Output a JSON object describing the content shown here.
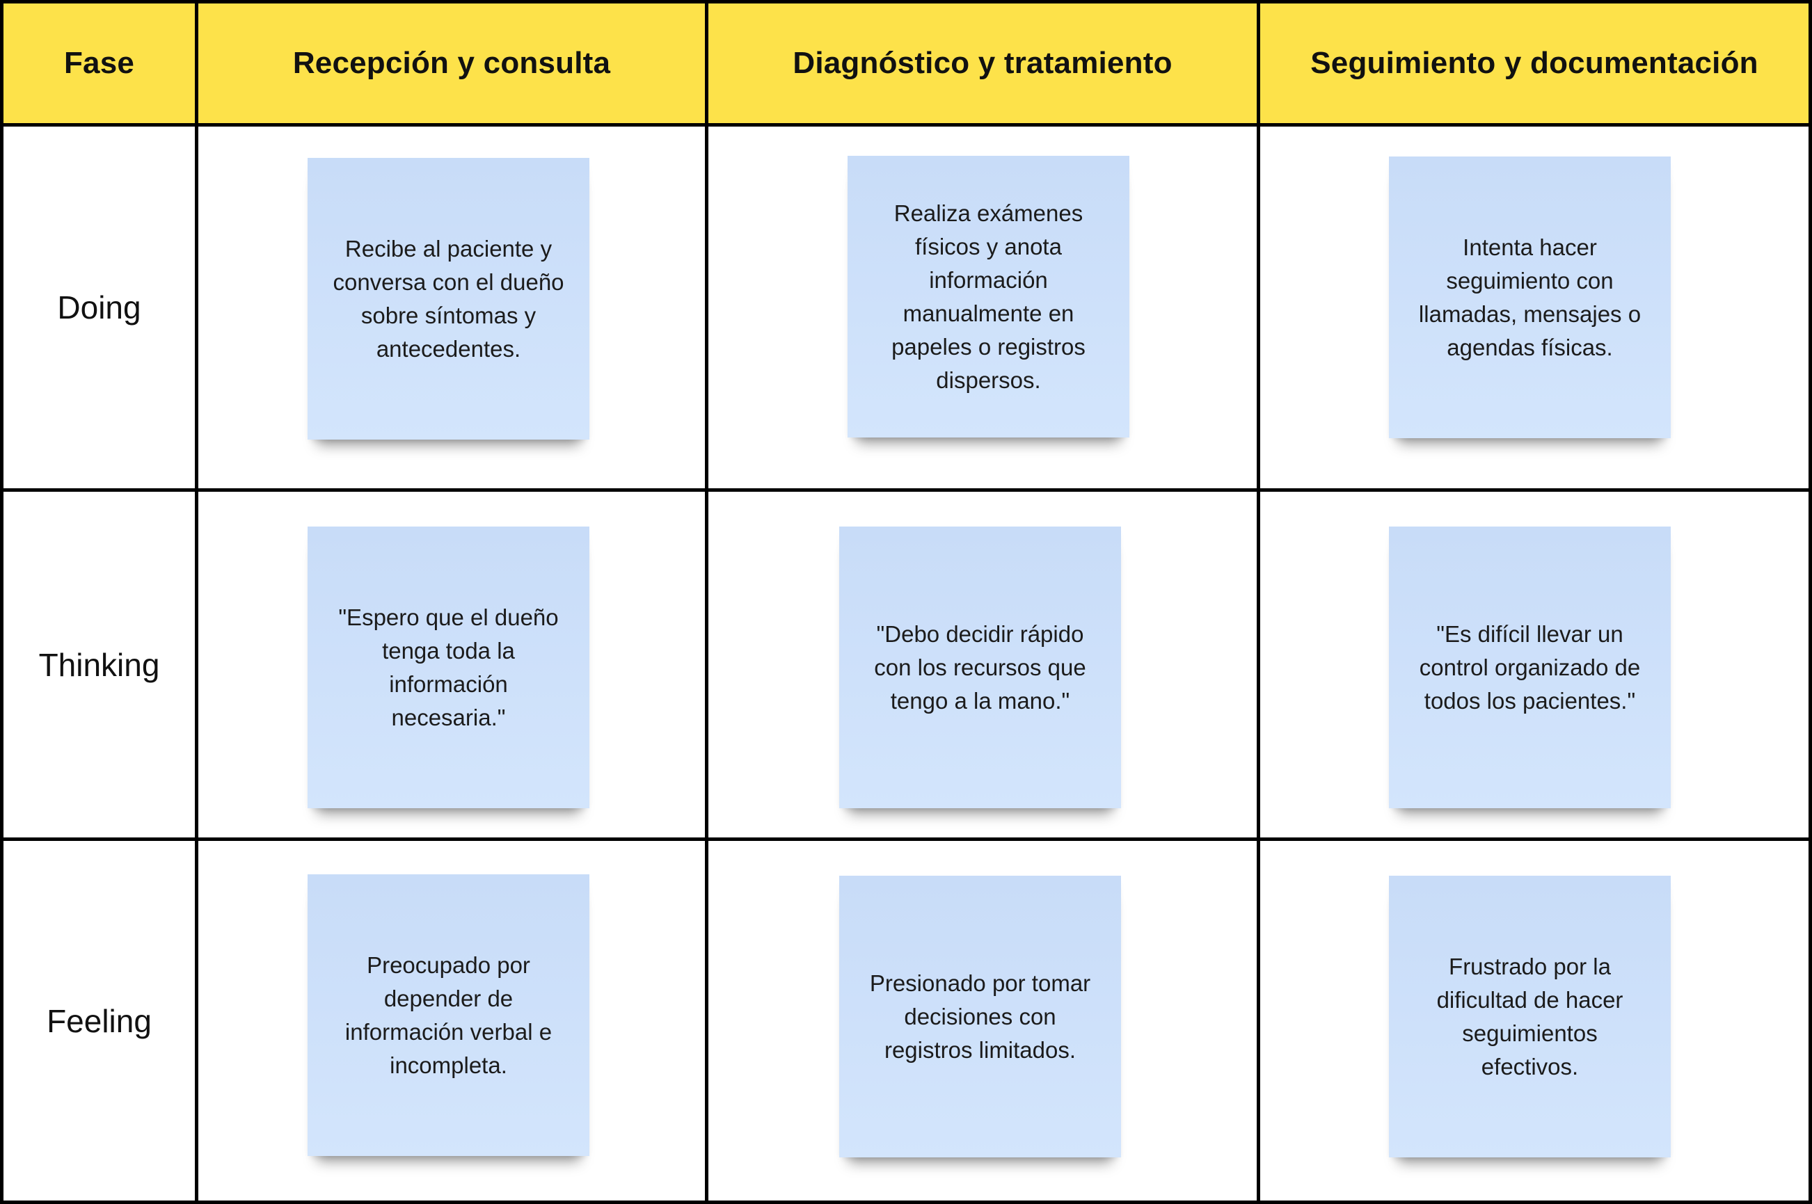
{
  "header": {
    "phase_label": "Fase",
    "columns": [
      "Recepción y consulta",
      "Diagnóstico y tratamiento",
      "Seguimiento y documentación"
    ]
  },
  "rows": [
    {
      "label": "Doing",
      "notes": [
        "Recibe al paciente y\nconversa con el dueño\nsobre síntomas y\nantecedentes.",
        "Realiza exámenes\nfísicos y anota\ninformación\nmanualmente en\npapeles o registros\ndispersos.",
        "Intenta hacer\nseguimiento con\nllamadas, mensajes o\nagendas físicas."
      ]
    },
    {
      "label": "Thinking",
      "notes": [
        "\"Espero que el dueño\ntenga toda la\ninformación\nnecesaria.\"",
        "\"Debo decidir rápido\ncon los recursos que\ntengo a la mano.\"",
        "\"Es difícil llevar un\ncontrol organizado de\ntodos los pacientes.\""
      ]
    },
    {
      "label": "Feeling",
      "notes": [
        "Preocupado por\ndepender de\ninformación verbal e\nincompleta.",
        "Presionado por tomar\ndecisiones con\nregistros limitados.",
        "Frustrado por la\ndificultad de hacer\nseguimientos\nefectivos."
      ]
    }
  ],
  "colors": {
    "header_background": "#fde24a",
    "sticky_note": "#cfe1fb",
    "grid_lines": "#000000"
  }
}
